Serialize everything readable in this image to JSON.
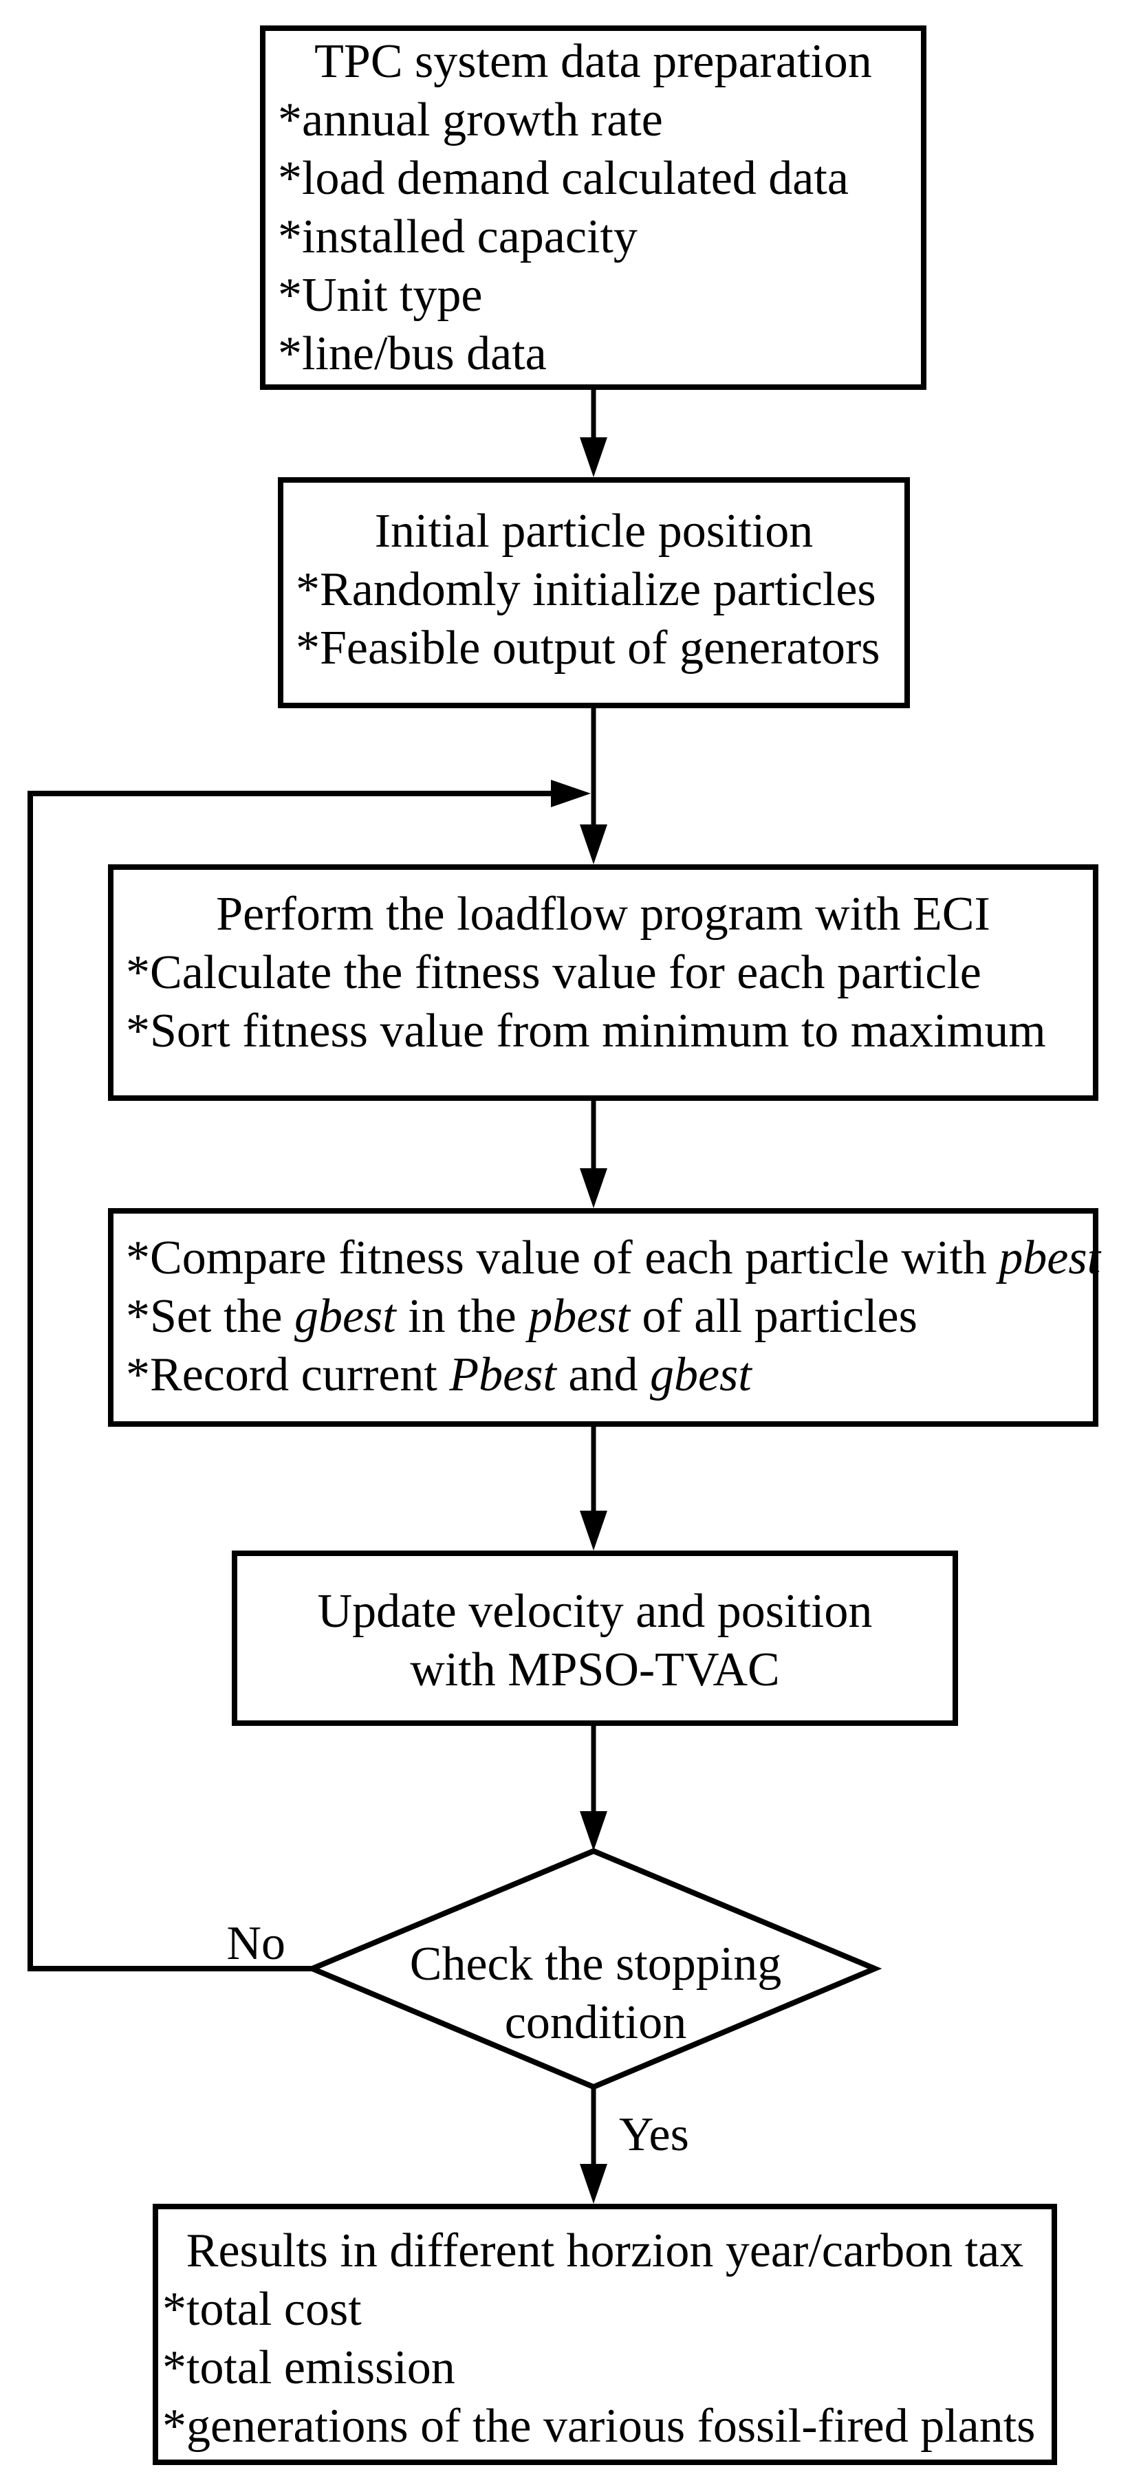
{
  "colors": {
    "ink": "#000000",
    "background": "#ffffff"
  },
  "nodes": {
    "prep": {
      "title": "TPC system data preparation",
      "items": [
        "*annual growth rate",
        "*load demand calculated data",
        "*installed capacity",
        "*Unit type",
        "*line/bus data"
      ]
    },
    "init": {
      "title": "Initial particle position",
      "items": [
        "*Randomly initialize particles",
        "*Feasible output of generators"
      ]
    },
    "loadflow": {
      "title": "Perform the loadflow program with ECI",
      "items": [
        "*Calculate the fitness value for each particle",
        "*Sort fitness value from minimum to maximum"
      ]
    },
    "compare": {
      "items": [
        [
          {
            "t": "*Compare fitness value of each particle with "
          },
          {
            "t": "pbest",
            "i": true
          }
        ],
        [
          {
            "t": "*Set the "
          },
          {
            "t": "gbest",
            "i": true
          },
          {
            "t": " in the "
          },
          {
            "t": "pbest",
            "i": true
          },
          {
            "t": " of all particles"
          }
        ],
        [
          {
            "t": "*Record current "
          },
          {
            "t": "Pbest",
            "i": true
          },
          {
            "t": " and "
          },
          {
            "t": "gbest",
            "i": true
          }
        ]
      ]
    },
    "update": {
      "lines": [
        "Update velocity and position",
        "with MPSO-TVAC"
      ]
    },
    "decision": {
      "lines": [
        "Check the stopping",
        "condition"
      ]
    },
    "results": {
      "title": "Results in different horzion year/carbon tax",
      "items": [
        "*total cost",
        "*total emission",
        "*generations of the various fossil-fired plants"
      ]
    }
  },
  "labels": {
    "no": "No",
    "yes": "Yes"
  }
}
